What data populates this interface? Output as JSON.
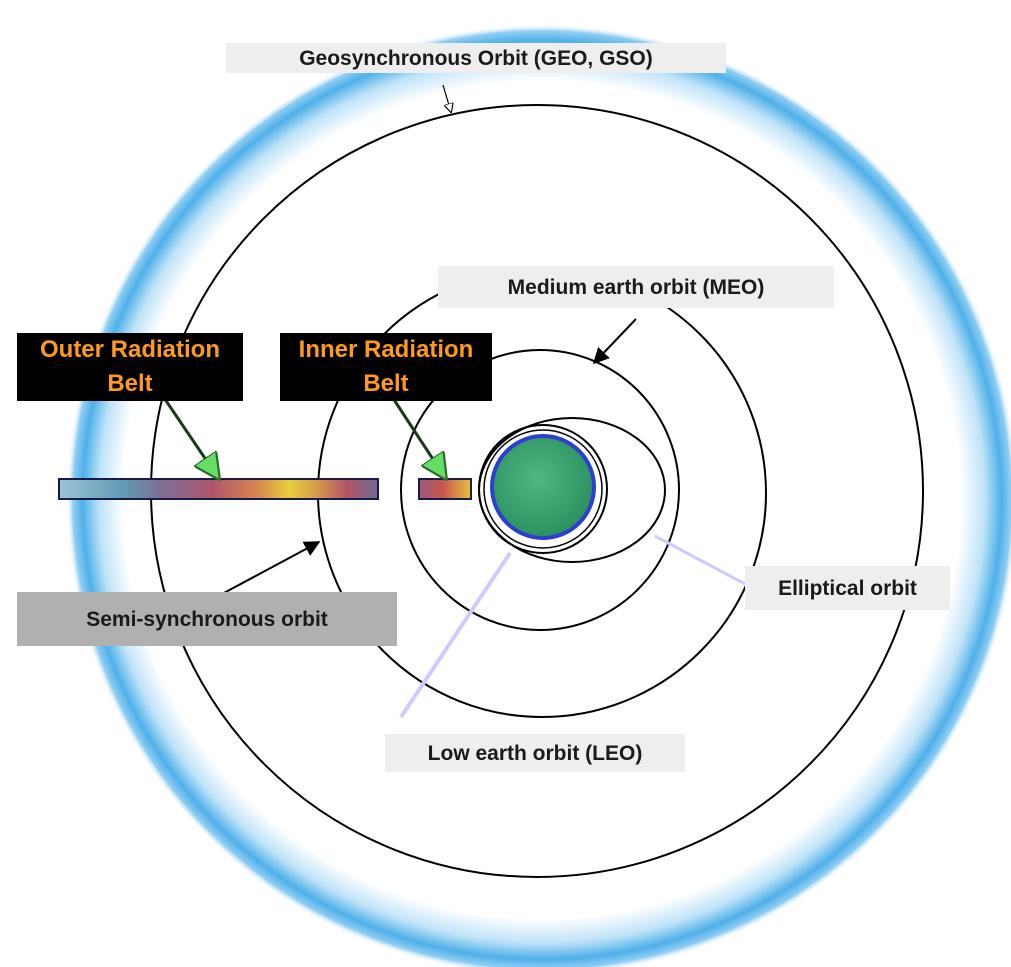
{
  "labels": {
    "geo": "Geosynchronous Orbit (GEO, GSO)",
    "meo": "Medium earth orbit (MEO)",
    "semi": "Semi-synchronous orbit",
    "elliptical": "Elliptical orbit",
    "leo": "Low earth orbit (LEO)",
    "outer_belt": [
      "Outer Radiation",
      "Belt"
    ],
    "inner_belt": [
      "Inner Radiation",
      "Belt"
    ]
  },
  "colors": {
    "halo": "#3aa6e8",
    "earth": "#2e9e6a",
    "earth_rim": "#2c3fd1",
    "belt_label_bg": "#000000",
    "belt_label_text": "#ff9a1a",
    "label_bg_light": "#eeeeee",
    "label_bg_dark": "#b0b0b0",
    "pointer_green": "#66dd66",
    "pointer_lavender": "#ccccff"
  }
}
